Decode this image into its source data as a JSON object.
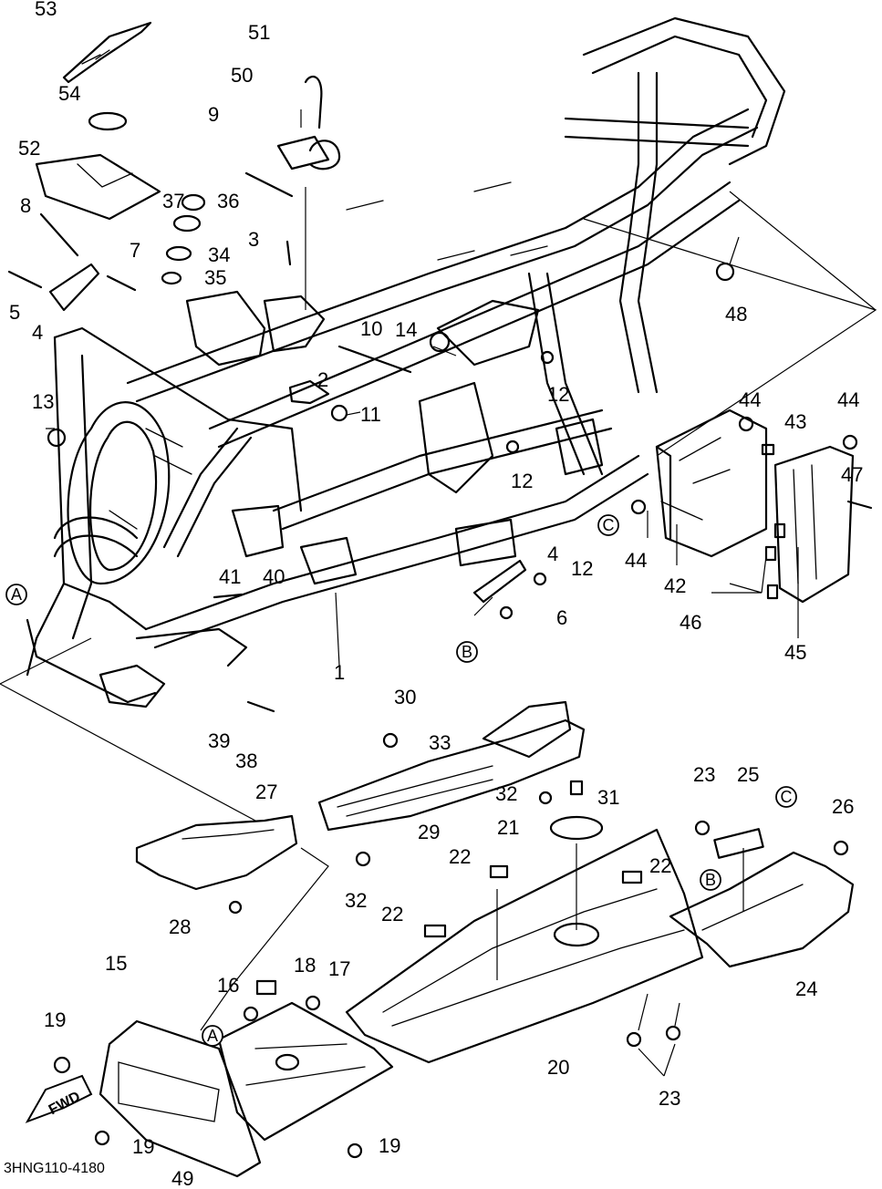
{
  "drawing_code": "3HNG110-4180",
  "direction_label": "FWD",
  "reference_markers": [
    "A",
    "B",
    "C"
  ],
  "callouts": [
    "1",
    "2",
    "3",
    "4",
    "5",
    "6",
    "7",
    "8",
    "9",
    "10",
    "11",
    "12",
    "13",
    "14",
    "15",
    "16",
    "17",
    "18",
    "19",
    "20",
    "21",
    "22",
    "23",
    "24",
    "25",
    "26",
    "27",
    "28",
    "29",
    "30",
    "31",
    "32",
    "33",
    "34",
    "35",
    "36",
    "37",
    "38",
    "39",
    "40",
    "41",
    "42",
    "43",
    "44",
    "45",
    "46",
    "47",
    "48",
    "49",
    "50",
    "51",
    "52",
    "53",
    "54"
  ]
}
